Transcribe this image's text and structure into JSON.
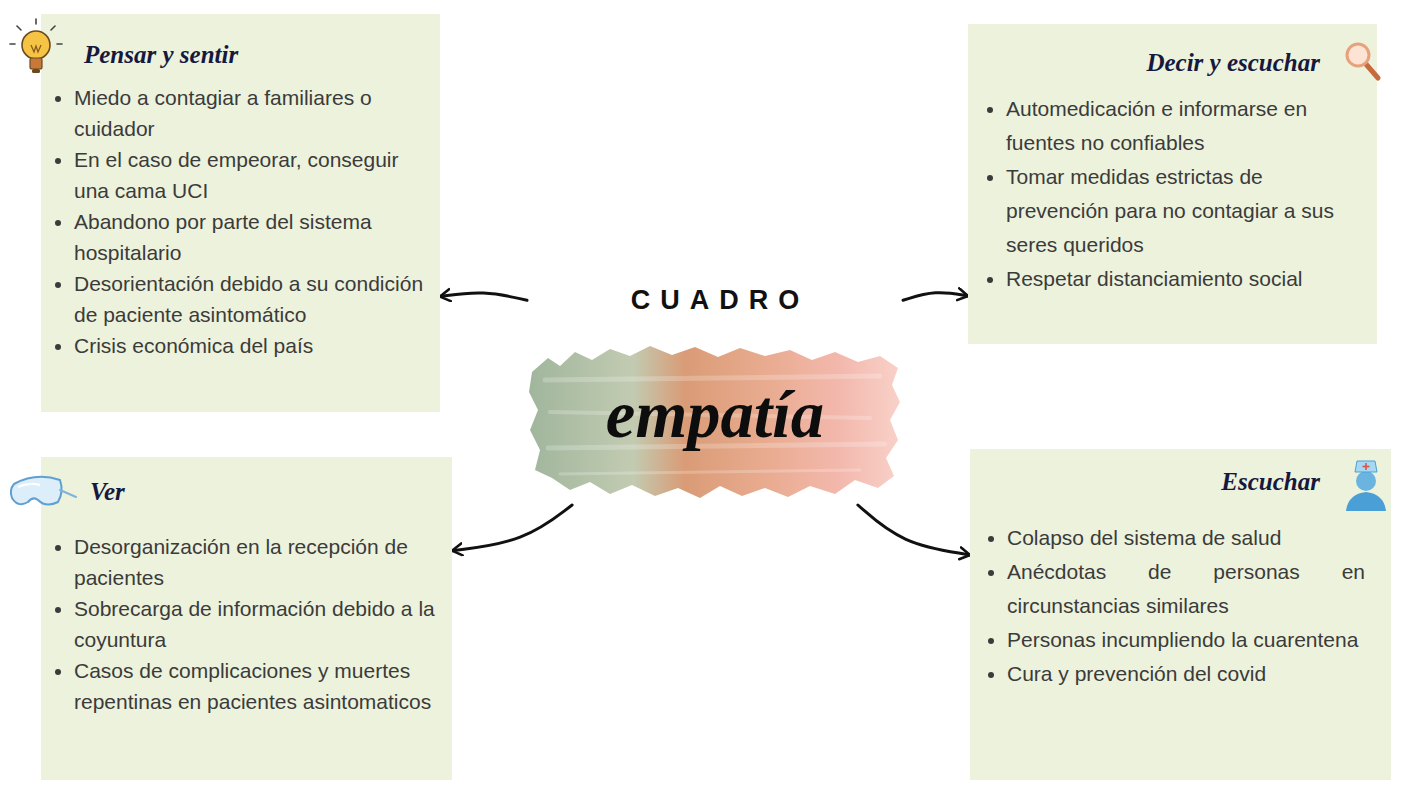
{
  "diagram": {
    "nodes": [
      {
        "text": [
          "Pensar y sentir",
          "Miedo a contagiar a familiares o cuidador",
          "En el caso de empeorar, conseguir una cama UCI",
          "Abandono por parte del sistema hospitalario",
          "Desorientación debido a su condición de paciente asintomático",
          "Crisis económica del país"
        ]
      },
      {
        "text": [
          "CUADRO",
          "empatía"
        ]
      },
      {
        "text": [
          "Decir y escuchar",
          "Automedicación e informarse en fuentes no confiables",
          "Tomar medidas estrictas de prevención para no contagiar a sus seres queridos",
          "Respetar distanciamiento social"
        ]
      },
      {
        "text": [
          "Ver",
          "Desorganización en la recepción de pacientes",
          "Sobrecarga de información debido a la coyuntura",
          "Casos de complicaciones y muertes repentinas en pacientes asintomaticos"
        ]
      },
      {
        "text": [
          "Escuchar",
          "Colapso del sistema de salud",
          "Anécdotas de personas en circunstancias similares",
          "Personas incumpliendo la cuarentena",
          "Cura y prevención del covid"
        ]
      }
    ],
    "edges": [
      {
        "from": 1,
        "to": 0,
        "arrow": "to"
      },
      {
        "from": 1,
        "to": 2,
        "arrow": "to"
      },
      {
        "from": 1,
        "to": 3,
        "arrow": "to"
      },
      {
        "from": 1,
        "to": 4,
        "arrow": "to"
      }
    ]
  }
}
